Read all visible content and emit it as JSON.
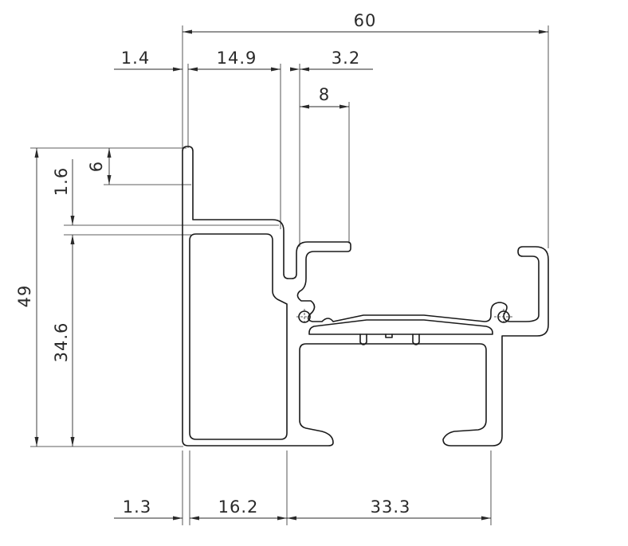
{
  "dimensions": {
    "top_overall_width": "60",
    "top_flange_thickness": "1.4",
    "top_chamber_width": "14.9",
    "top_wall_thickness": "3.2",
    "top_lip_width": "8",
    "left_total_height": "49",
    "left_lip_height": "6",
    "left_wall_thickness": "1.6",
    "left_chamber_height": "34.6",
    "bottom_wall_thickness": "1.3",
    "bottom_chamber_width": "16.2",
    "bottom_channel_width": "33.3"
  },
  "colors": {
    "line": "#1a1a1a",
    "background": "#ffffff"
  }
}
